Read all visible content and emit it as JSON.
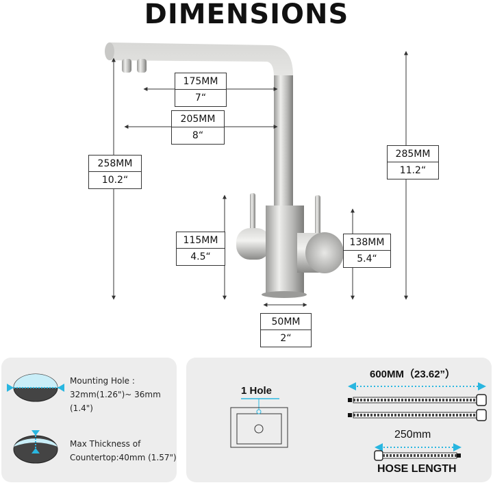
{
  "title": "DIMENSIONS",
  "dimensions": {
    "spout_reach_inner": {
      "mm": "175MM",
      "in": "7“"
    },
    "spout_reach_outer": {
      "mm": "205MM",
      "in": "8“"
    },
    "spout_height": {
      "mm": "258MM",
      "in": "10.2“"
    },
    "total_height": {
      "mm": "285MM",
      "in": "11.2“"
    },
    "handle_height_left": {
      "mm": "115MM",
      "in": "4.5“"
    },
    "handle_height_right": {
      "mm": "138MM",
      "in": "5.4“"
    },
    "base_diameter": {
      "mm": "50MM",
      "in": "2“"
    }
  },
  "installation": {
    "mounting_hole_label": "Mounting Hole :",
    "mounting_hole_value": "32mm(1.26\")~ 36mm (1.4\")",
    "thickness_label": "Max Thickness of",
    "thickness_value": "Countertop:40mm (1.57\")"
  },
  "sink": {
    "holes": "1 Hole"
  },
  "hoses": {
    "long_length": "600MM（23.62”）",
    "short_length": "250mm",
    "caption": "HOSE LENGTH"
  },
  "accent_color": "#29b6e0"
}
